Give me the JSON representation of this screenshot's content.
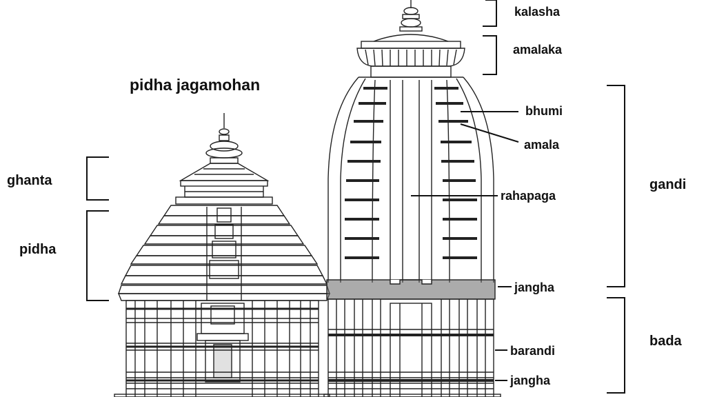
{
  "title": "pidha jagamohan",
  "left_labels": {
    "ghanta": "ghanta",
    "pidha": "pidha"
  },
  "right_labels": {
    "kalasha": "kalasha",
    "amalaka": "amalaka",
    "bhumi": "bhumi",
    "amala": "amala",
    "rahapaga": "rahapaga",
    "jangha_top": "jangha",
    "barandi": "barandi",
    "jangha_bottom": "jangha"
  },
  "zone_labels": {
    "gandi": "gandi",
    "bada": "bada"
  },
  "colors": {
    "ink": "#111111",
    "background": "#ffffff"
  }
}
